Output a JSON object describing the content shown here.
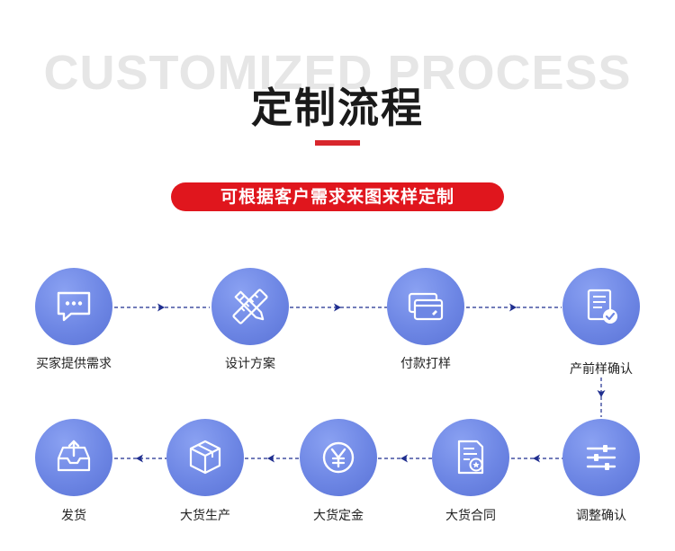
{
  "header": {
    "background_title": "CUSTOMIZED PROCESS",
    "title": "定制流程",
    "subtitle": "可根据客户需求来图来样定制"
  },
  "colors": {
    "accent_red": "#e0161d",
    "circle_blue": "#6d86e4",
    "connector_navy": "#1f2e8f"
  },
  "steps": [
    {
      "label": "买家提供需求",
      "icon": "chat-bubble-icon"
    },
    {
      "label": "设计方案",
      "icon": "ruler-pencil-icon"
    },
    {
      "label": "付款打样",
      "icon": "payment-card-icon"
    },
    {
      "label": "产前样确认",
      "icon": "document-check-icon"
    },
    {
      "label": "调整确认",
      "icon": "sliders-icon"
    },
    {
      "label": "大货合同",
      "icon": "contract-document-icon"
    },
    {
      "label": "大货定金",
      "icon": "yen-coin-icon"
    },
    {
      "label": "大货生产",
      "icon": "package-box-icon"
    },
    {
      "label": "发货",
      "icon": "inbox-tray-icon"
    }
  ]
}
